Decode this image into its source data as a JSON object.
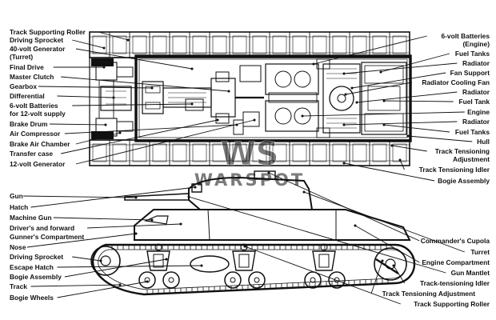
{
  "watermark": {
    "logo": "WS",
    "text": "WARSPOT"
  },
  "top_view": {
    "left_labels": [
      {
        "id": "track-supporting-roller",
        "text": "Track Supporting Roller"
      },
      {
        "id": "driving-sprocket",
        "text": "Driving Sprocket"
      },
      {
        "id": "generator-40v-1",
        "text": "40-volt Generator"
      },
      {
        "id": "generator-40v-2",
        "text": "(Turret)"
      },
      {
        "id": "final-drive",
        "text": "Final Drive"
      },
      {
        "id": "master-clutch",
        "text": "Master Clutch"
      },
      {
        "id": "gearbox",
        "text": "Gearbox"
      },
      {
        "id": "differential",
        "text": "Differential"
      },
      {
        "id": "batteries-12v-1",
        "text": "6-volt Batteries"
      },
      {
        "id": "batteries-12v-2",
        "text": "for 12-volt supply"
      },
      {
        "id": "brake-drum",
        "text": "Brake Drum"
      },
      {
        "id": "air-compressor",
        "text": "Air Compressor"
      },
      {
        "id": "brake-air-chamber",
        "text": "Brake Air Chamber"
      },
      {
        "id": "transfer-case",
        "text": "Transfer case"
      },
      {
        "id": "generator-12v",
        "text": "12-volt Generator"
      }
    ],
    "right_labels": [
      {
        "id": "batteries-engine-1",
        "text": "6-volt Batteries"
      },
      {
        "id": "batteries-engine-2",
        "text": "(Engine)"
      },
      {
        "id": "fuel-tanks-top",
        "text": "Fuel Tanks"
      },
      {
        "id": "radiator-1",
        "text": "Radiator"
      },
      {
        "id": "fan-support",
        "text": "Fan Support"
      },
      {
        "id": "radiator-cooling-fan",
        "text": "Radiator Cooling Fan"
      },
      {
        "id": "radiator-2",
        "text": "Radiator"
      },
      {
        "id": "fuel-tank",
        "text": "Fuel Tank"
      },
      {
        "id": "engine",
        "text": "Engine"
      },
      {
        "id": "radiator-3",
        "text": "Radiator"
      },
      {
        "id": "fuel-tanks-bottom",
        "text": "Fuel Tanks"
      },
      {
        "id": "hull",
        "text": "Hull"
      },
      {
        "id": "track-tensioning-adjustment-1",
        "text": "Track Tensioning"
      },
      {
        "id": "track-tensioning-adjustment-2",
        "text": "Adjustment"
      },
      {
        "id": "track-tensioning-idler-top",
        "text": "Track Tensioning Idler"
      },
      {
        "id": "bogie-assembly-top",
        "text": "Bogie Assembly"
      }
    ]
  },
  "side_view": {
    "left_labels": [
      {
        "id": "gun",
        "text": "Gun"
      },
      {
        "id": "hatch",
        "text": "Hatch"
      },
      {
        "id": "machine-gun",
        "text": "Machine Gun"
      },
      {
        "id": "drivers-compartment-1",
        "text": "Driver's and forward"
      },
      {
        "id": "drivers-compartment-2",
        "text": "Gunner's Compartment"
      },
      {
        "id": "nose",
        "text": "Nose"
      },
      {
        "id": "driving-sprocket-side",
        "text": "Driving Sprocket"
      },
      {
        "id": "escape-hatch",
        "text": "Escape Hatch"
      },
      {
        "id": "bogie-assembly-side",
        "text": "Bogie Assembly"
      },
      {
        "id": "track",
        "text": "Track"
      },
      {
        "id": "bogie-wheels",
        "text": "Bogie Wheels"
      }
    ],
    "right_labels": [
      {
        "id": "commanders-cupola",
        "text": "Commander's Cupola"
      },
      {
        "id": "turret",
        "text": "Turret"
      },
      {
        "id": "engine-compartment",
        "text": "Engine Compartment"
      },
      {
        "id": "gun-mantlet",
        "text": "Gun Mantlet"
      },
      {
        "id": "track-tensioning-idler-side",
        "text": "Track-tensioning Idler"
      },
      {
        "id": "track-tensioning-adjustment-side",
        "text": "Track Tensioning Adjustment"
      },
      {
        "id": "track-supporting-roller-side",
        "text": "Track Supporting Roller"
      }
    ]
  }
}
